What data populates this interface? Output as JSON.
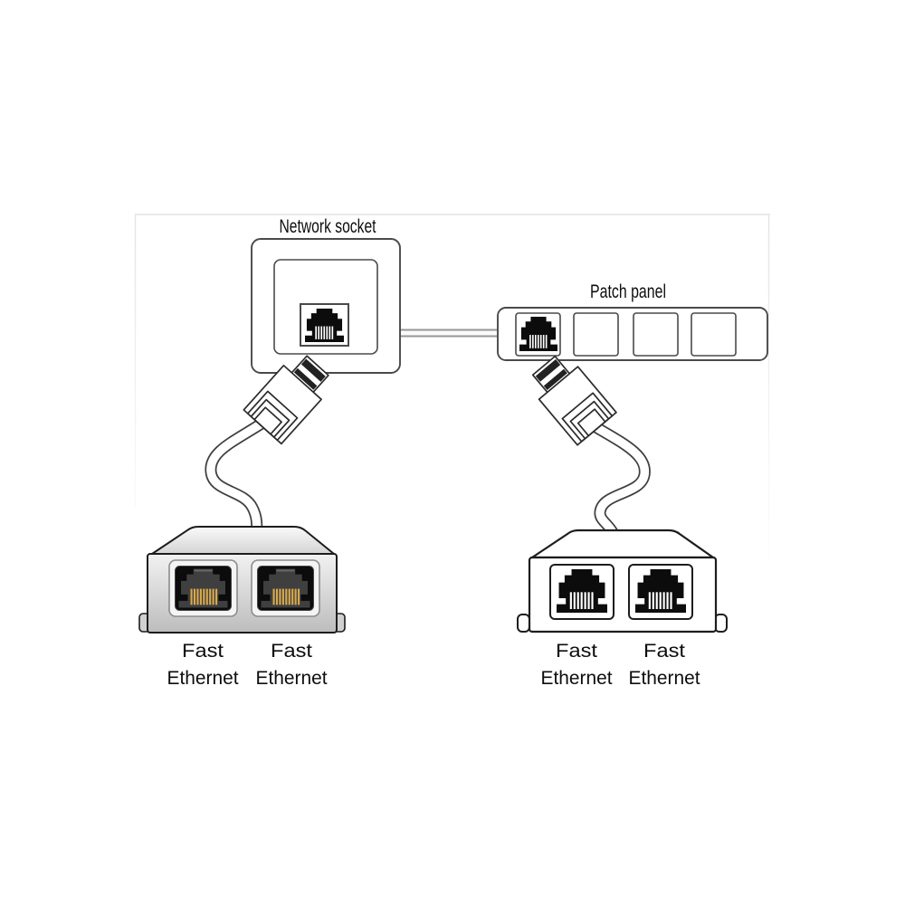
{
  "network_socket": {
    "label": "Network socket"
  },
  "patch_panel": {
    "label": "Patch panel",
    "port_count": 4,
    "connected_port": 1
  },
  "adapter_left": {
    "ports": [
      {
        "line1": "Fast",
        "line2": "Ethernet"
      },
      {
        "line1": "Fast",
        "line2": "Ethernet"
      }
    ]
  },
  "adapter_right": {
    "ports": [
      {
        "line1": "Fast",
        "line2": "Ethernet"
      },
      {
        "line1": "Fast",
        "line2": "Ethernet"
      }
    ]
  },
  "colors": {
    "background": "#ffffff",
    "line_art": "#1d1d1d",
    "panel_stroke": "#4a4a4a",
    "text": "#0d0d0d",
    "cable_core": "#ffffff",
    "cable_edge": "#3f3f3f",
    "trunk_cable_edge": "#969696",
    "gold_pins": "#d8a94e",
    "adapter_body_light": "#f2f2f2",
    "adapter_body_dark": "#bcbcbc",
    "image_edge": "#e4e4e4"
  }
}
